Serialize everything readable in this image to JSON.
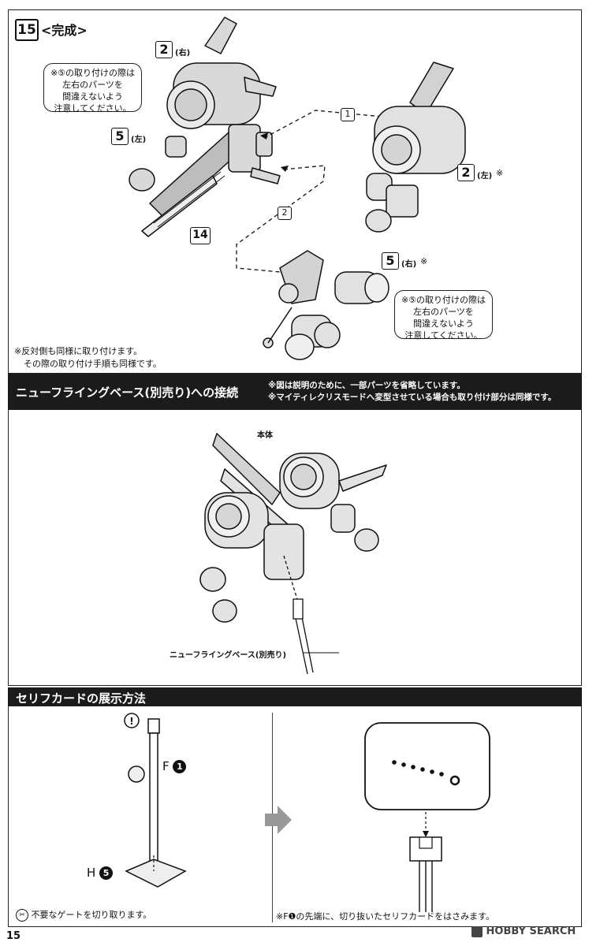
{
  "step": {
    "number": "15",
    "title": "<完成>",
    "callout_top": [
      "※⑤の取り付けの際は",
      "左右のパーツを",
      "間違えないよう",
      "注意してください。"
    ],
    "callout_bottom": [
      "※⑤の取り付けの際は",
      "左右のパーツを",
      "間違えないよう",
      "注意してください。"
    ],
    "parts": {
      "p2_right": {
        "num": "2",
        "side": "(右)"
      },
      "p5_left": {
        "num": "5",
        "side": "(左)"
      },
      "p14": {
        "num": "14"
      },
      "p2_left": {
        "num": "2",
        "side": "(左)",
        "mark": "※"
      },
      "p5_right": {
        "num": "5",
        "side": "(右)",
        "mark": "※"
      },
      "conn1": "1",
      "conn2": "2"
    },
    "notes": [
      "※反対側も同様に取り付けます。",
      "その際の取り付け手順も同様です。"
    ]
  },
  "section_flying_base": {
    "title": "ニューフライングベース(別売り)への接続",
    "notes": [
      "※図は説明のために、一部パーツを省略しています。",
      "※マイティレクリスモードへ変型させている場合も取り付け部分は同様です。"
    ],
    "label_body": "本体",
    "label_base": "ニューフライングベース(別売り)"
  },
  "section_card": {
    "title": "セリフカードの展示方法",
    "label_f": "F",
    "label_f_num": "1",
    "label_h": "H",
    "label_h_num": "5",
    "footer_left": "不要なゲートを切り取ります。",
    "footer_right": "※F❶の先端に、切り抜いたセリフカードをはさみます。"
  },
  "page_number": "15",
  "watermark": "HOBBY SEARCH"
}
